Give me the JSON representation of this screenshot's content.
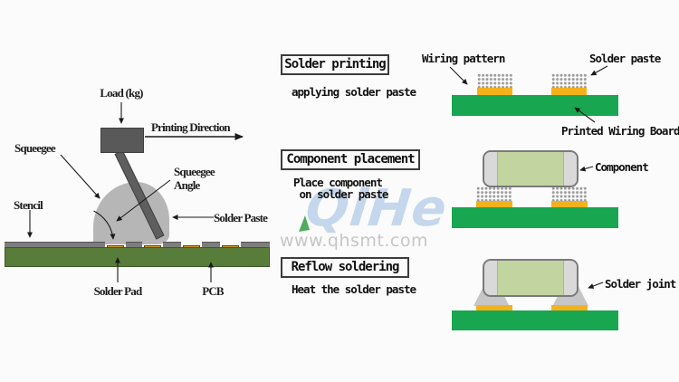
{
  "left_diagram": {
    "labels": {
      "load": "Load (kg)",
      "printing_direction": "Printing Direction",
      "squeegee": "Squeegee",
      "squeegee_angle": "Squeegee\nAngle",
      "stencil": "Stencil",
      "solder_paste": "Solder Paste",
      "solder_pad": "Solder Pad",
      "pcb": "PCB"
    }
  },
  "steps": [
    {
      "title": "Solder printing",
      "description": "applying solder paste"
    },
    {
      "title": "Component placement",
      "description": "Place component\n on solder paste"
    },
    {
      "title": "Reflow soldering",
      "description": "Heat the solder paste"
    }
  ],
  "right_diagrams": {
    "labels": {
      "wiring_pattern": "Wiring pattern",
      "solder_paste": "Solder paste",
      "printed_wiring_board": "Printed Wiring Board",
      "component": "Component",
      "solder_joint": "Solder joint"
    }
  },
  "watermark": {
    "logo": "QiHe",
    "url": "www.qhsmt.com"
  },
  "colors": {
    "board_green": "#18a650",
    "pcb_olive": "#587d3b",
    "pad_yellow": "#f3b11d",
    "pad_orange": "#cf9a18",
    "stencil_gray": "#7d7d7d",
    "paste_gray": "#b6b6b6",
    "tool_gray": "#595959",
    "component_body_green": "#c2d5a0",
    "cap_gray": "#d9d9d9",
    "watermark_blue": "#b7cfe9"
  }
}
